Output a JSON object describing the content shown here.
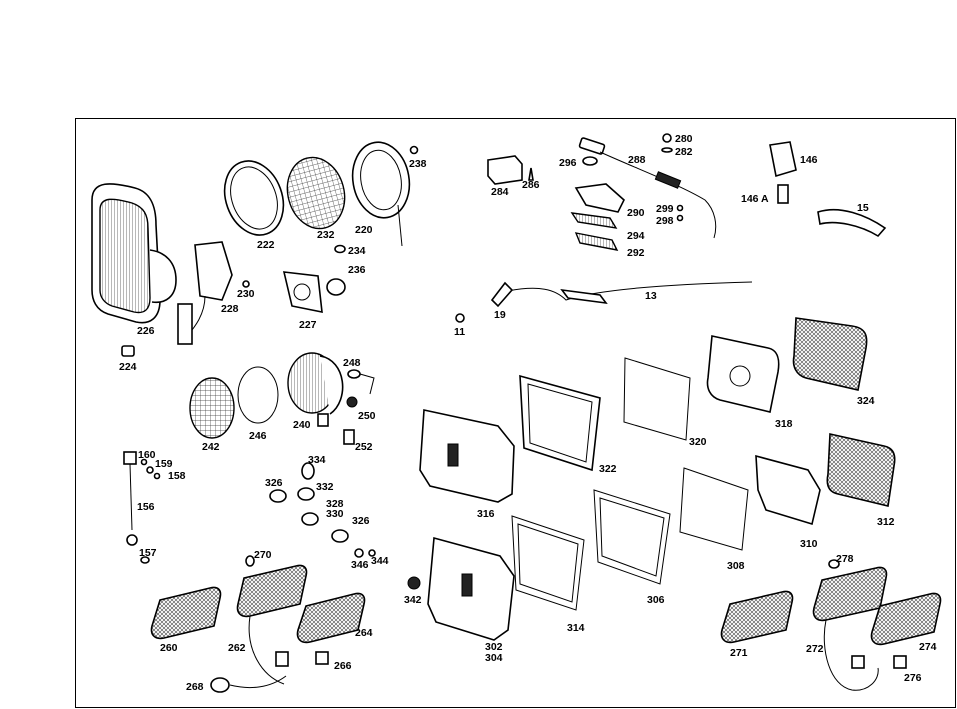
{
  "diagram": {
    "labels": [
      {
        "id": "226",
        "text": "226"
      },
      {
        "id": "224",
        "text": "224"
      },
      {
        "id": "228",
        "text": "228"
      },
      {
        "id": "230",
        "text": "230"
      },
      {
        "id": "222",
        "text": "222"
      },
      {
        "id": "232",
        "text": "232"
      },
      {
        "id": "220",
        "text": "220"
      },
      {
        "id": "238",
        "text": "238"
      },
      {
        "id": "234",
        "text": "234"
      },
      {
        "id": "236",
        "text": "236"
      },
      {
        "id": "227",
        "text": "227"
      },
      {
        "id": "284",
        "text": "284"
      },
      {
        "id": "286",
        "text": "286"
      },
      {
        "id": "296",
        "text": "296"
      },
      {
        "id": "280",
        "text": "280"
      },
      {
        "id": "282",
        "text": "282"
      },
      {
        "id": "288",
        "text": "288"
      },
      {
        "id": "290",
        "text": "290"
      },
      {
        "id": "294",
        "text": "294"
      },
      {
        "id": "292",
        "text": "292"
      },
      {
        "id": "299",
        "text": "299"
      },
      {
        "id": "298",
        "text": "298"
      },
      {
        "id": "146",
        "text": "146"
      },
      {
        "id": "146A",
        "text": "146 A"
      },
      {
        "id": "15",
        "text": "15"
      },
      {
        "id": "13",
        "text": "13"
      },
      {
        "id": "11",
        "text": "11"
      },
      {
        "id": "19",
        "text": "19"
      },
      {
        "id": "324",
        "text": "324"
      },
      {
        "id": "318",
        "text": "318"
      },
      {
        "id": "320",
        "text": "320"
      },
      {
        "id": "322",
        "text": "322"
      },
      {
        "id": "316",
        "text": "316"
      },
      {
        "id": "312",
        "text": "312"
      },
      {
        "id": "310",
        "text": "310"
      },
      {
        "id": "308",
        "text": "308"
      },
      {
        "id": "306",
        "text": "306"
      },
      {
        "id": "314",
        "text": "314"
      },
      {
        "id": "302",
        "text": "302"
      },
      {
        "id": "304",
        "text": "304"
      },
      {
        "id": "342",
        "text": "342"
      },
      {
        "id": "248",
        "text": "248"
      },
      {
        "id": "250",
        "text": "250"
      },
      {
        "id": "252",
        "text": "252"
      },
      {
        "id": "242",
        "text": "242"
      },
      {
        "id": "246",
        "text": "246"
      },
      {
        "id": "240",
        "text": "240"
      },
      {
        "id": "334",
        "text": "334"
      },
      {
        "id": "326a",
        "text": "326"
      },
      {
        "id": "332",
        "text": "332"
      },
      {
        "id": "328",
        "text": "328"
      },
      {
        "id": "330",
        "text": "330"
      },
      {
        "id": "326b",
        "text": "326"
      },
      {
        "id": "346",
        "text": "346"
      },
      {
        "id": "344",
        "text": "344"
      },
      {
        "id": "160",
        "text": "160"
      },
      {
        "id": "159",
        "text": "159"
      },
      {
        "id": "158",
        "text": "158"
      },
      {
        "id": "156",
        "text": "156"
      },
      {
        "id": "157",
        "text": "157"
      },
      {
        "id": "270",
        "text": "270"
      },
      {
        "id": "260",
        "text": "260"
      },
      {
        "id": "262",
        "text": "262"
      },
      {
        "id": "264",
        "text": "264"
      },
      {
        "id": "266",
        "text": "266"
      },
      {
        "id": "268",
        "text": "268"
      },
      {
        "id": "278",
        "text": "278"
      },
      {
        "id": "271",
        "text": "271"
      },
      {
        "id": "272",
        "text": "272"
      },
      {
        "id": "274",
        "text": "274"
      },
      {
        "id": "276",
        "text": "276"
      }
    ]
  }
}
